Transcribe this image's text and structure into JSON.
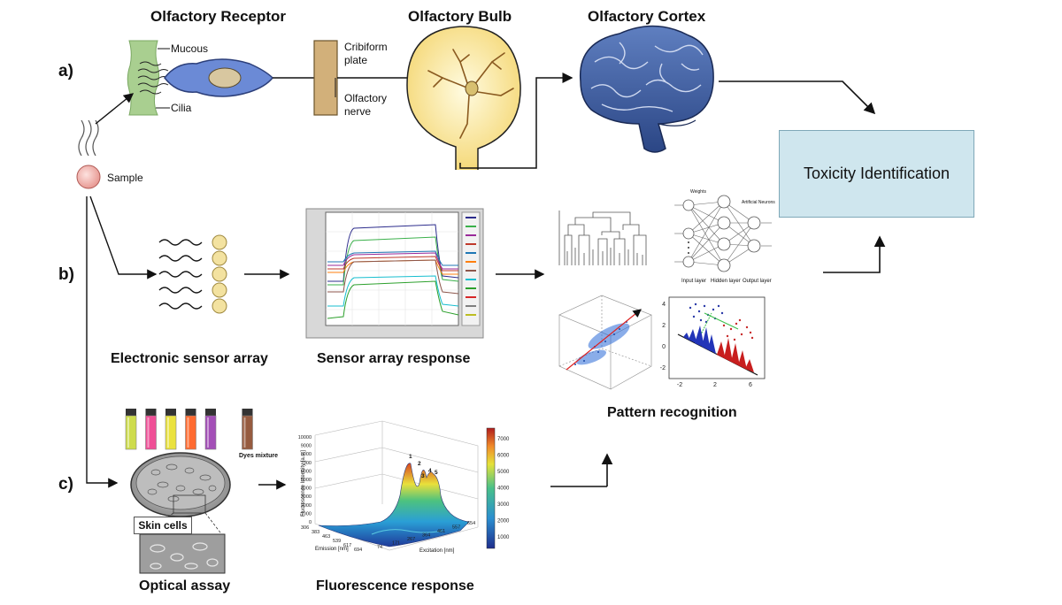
{
  "headers": {
    "receptor": "Olfactory Receptor",
    "bulb": "Olfactory Bulb",
    "cortex": "Olfactory Cortex"
  },
  "rows": {
    "a": "a)",
    "b": "b)",
    "c": "c)"
  },
  "receptor_parts": {
    "mucous": "Mucous",
    "cilia": "Cilia",
    "cribriform": [
      "Cribiform",
      "plate"
    ],
    "nerve": [
      "Olfactory",
      "nerve"
    ]
  },
  "sample": "Sample",
  "output": "Toxicity Identification",
  "sections": {
    "sensor_array": "Electronic sensor array",
    "sensor_response": "Sensor array response",
    "pattern": "Pattern recognition",
    "optical": "Optical assay",
    "fluorescence": "Fluorescence response",
    "skin_cells": "Skin cells",
    "dyes": "Dyes mixture"
  },
  "nn_labels": {
    "weights": "Weights",
    "neurons": "Artificial Neurons",
    "input": "Input layer",
    "hidden": "Hidden layer",
    "output": "Output layer"
  },
  "fluor_plot": {
    "zlabel": "Fluorescence Intensity [a.u.]",
    "xlabel": "Emission [nm]",
    "ylabel": "Excitation [nm]",
    "zticks": [
      "10000",
      "9000",
      "8000",
      "7000",
      "6000",
      "5000",
      "4000",
      "3000",
      "2000",
      "1000",
      "0"
    ],
    "emission_ticks": [
      "306",
      "383",
      "463",
      "539",
      "617",
      "694"
    ],
    "excitation_ticks": [
      "74",
      "171",
      "267",
      "364",
      "461",
      "557",
      "654"
    ],
    "colorbar_ticks": [
      "7000",
      "6000",
      "5000",
      "4000",
      "3000",
      "2000",
      "1000"
    ],
    "peaks": [
      "1",
      "2",
      "3",
      "4",
      "5"
    ]
  },
  "scatter_ticks": {
    "y": [
      "4",
      "2",
      "0",
      "-2"
    ],
    "x": [
      "-2",
      "2",
      "6"
    ]
  },
  "vials": [
    "#c9d93a",
    "#ee3c8c",
    "#e8df2b",
    "#ff5a1a",
    "#9a3db0",
    "#8b4a2b"
  ]
}
